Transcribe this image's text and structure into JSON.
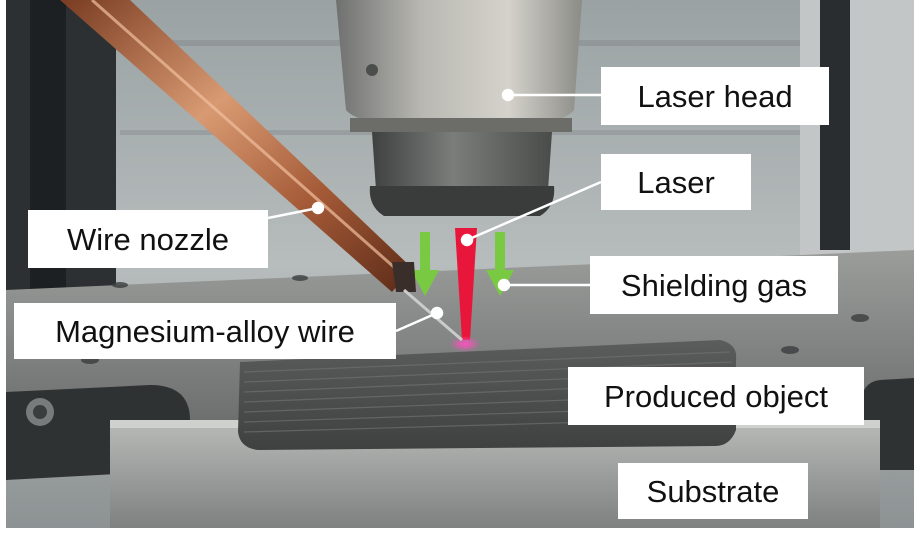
{
  "labels": {
    "laser_head": "Laser head",
    "laser": "Laser",
    "wire_nozzle": "Wire nozzle",
    "shielding_gas": "Shielding gas",
    "magnesium_alloy_wire": "Magnesium-alloy wire",
    "produced_object": "Produced object",
    "substrate": "Substrate"
  },
  "colors": {
    "laser_beam": "#e8163a",
    "gas_arrow": "#7ac943",
    "label_background": "#ffffff",
    "label_text": "#111111",
    "leader_line": "#ffffff"
  }
}
